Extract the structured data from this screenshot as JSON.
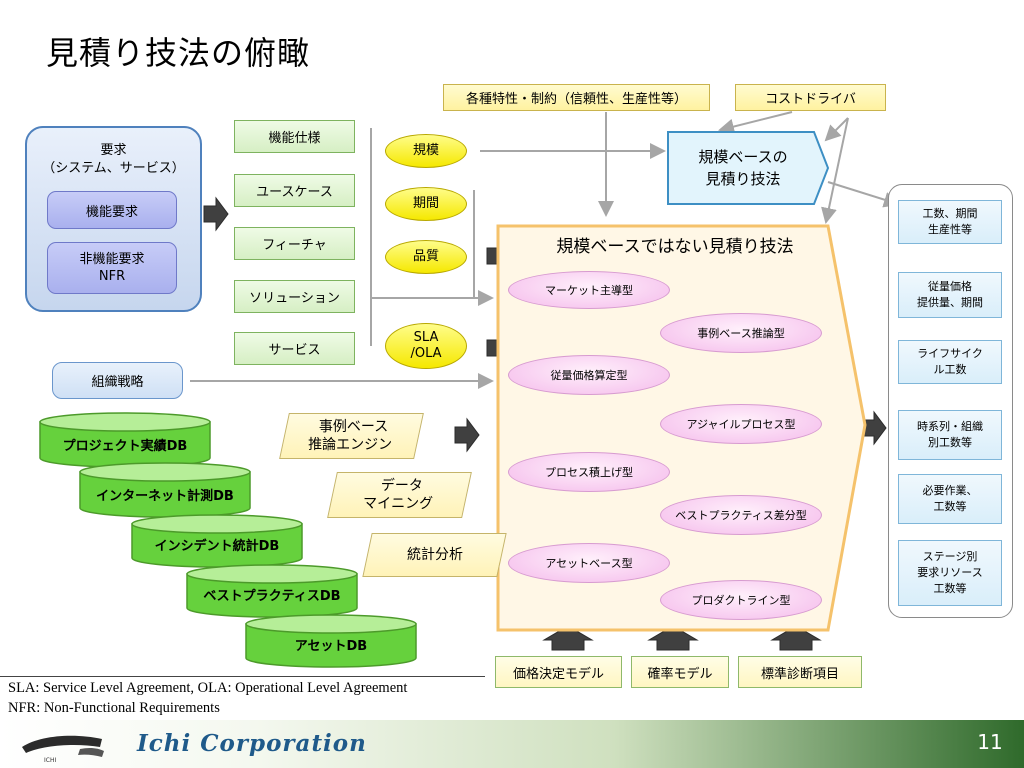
{
  "slide": {
    "title": "見積り技法の俯瞰",
    "requirements": {
      "title_line1": "要求",
      "title_line2": "（システム、サービス）",
      "functional": "機能要求",
      "nonfunctional_line1": "非機能要求",
      "nonfunctional_line2": "NFR"
    },
    "specs": [
      "機能仕様",
      "ユースケース",
      "フィーチャ",
      "ソリューション",
      "サービス"
    ],
    "scale_items": {
      "scale": "規模",
      "period": "期間",
      "quality": "品質",
      "sla_line1": "SLA",
      "sla_line2": "/OLA"
    },
    "org_strategy": "組織戦略",
    "databases": [
      "プロジェクト実績DB",
      "インターネット計測DB",
      "インシデント統計DB",
      "ベストプラクティスDB",
      "アセットDB"
    ],
    "engines": {
      "case_line1": "事例ベース",
      "case_line2": "推論エンジン",
      "mining_line1": "データ",
      "mining_line2": "マイニング",
      "stats": "統計分析"
    },
    "top_constraints": "各種特性・制約（信頼性、生産性等）",
    "cost_driver": "コストドライバ",
    "scale_based_line1": "規模ベースの",
    "scale_based_line2": "見積り技法",
    "non_scale_title": "規模ベースではない見積り技法",
    "methods": [
      "マーケット主導型",
      "事例ベース推論型",
      "従量価格算定型",
      "アジャイルプロセス型",
      "プロセス積上げ型",
      "ベストプラクティス差分型",
      "アセットベース型",
      "プロダクトライン型"
    ],
    "results": [
      [
        "工数、期間",
        "生産性等"
      ],
      [
        "従量価格",
        "提供量、期間"
      ],
      [
        "ライフサイク",
        "ル工数"
      ],
      [
        "時系列・組織",
        "別工数等"
      ],
      [
        "必要作業、",
        "工数等"
      ],
      [
        "ステージ別",
        "要求リソース",
        "工数等"
      ]
    ],
    "bottom_models": [
      "価格決定モデル",
      "確率モデル",
      "標準診断項目"
    ],
    "notes": [
      "SLA: Service Level Agreement, OLA: Operational Level Agreement",
      "NFR: Non-Functional Requirements"
    ],
    "company": "Ichi Corporation",
    "logo_text": "ICHI",
    "page_number": "11"
  },
  "colors": {
    "arrow_gray": "#a6a6a6",
    "block_arrow": "#404040",
    "db_green": "#66d13d",
    "company_blue": "#1f5a8a"
  }
}
